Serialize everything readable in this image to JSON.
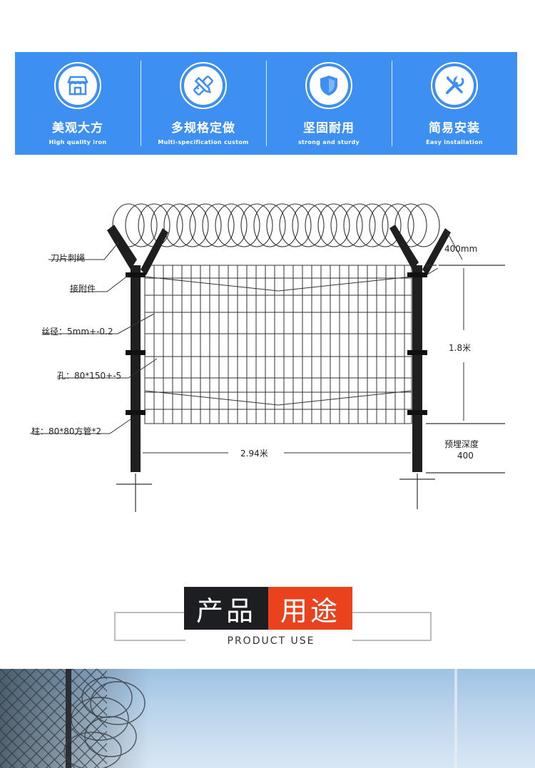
{
  "features": [
    {
      "icon": "shop-icon",
      "title": "美观大方",
      "subtitle": "High quality iron"
    },
    {
      "icon": "pencil-ruler-icon",
      "title": "多规格定做",
      "subtitle": "Multi-specification custom"
    },
    {
      "icon": "shield-icon",
      "title": "坚固耐用",
      "subtitle": "strong and sturdy"
    },
    {
      "icon": "wrench-screwdriver-icon",
      "title": "简易安装",
      "subtitle": "Easy installation"
    }
  ],
  "diagram": {
    "label_blade_wire": "刀片刺绳",
    "label_connector": "接附件",
    "label_wire_diameter": "丝径：5mm+-0.2",
    "label_mesh_hole": "孔：80*150+-5",
    "label_post": "柱：80*80方管*2",
    "dim_top": "400mm",
    "dim_height": "1.8米",
    "dim_width": "2.94米",
    "dim_embed_label": "预埋深度",
    "dim_embed_value": "400"
  },
  "product_use": {
    "title_left": "产品",
    "title_right": "用途",
    "subtitle": "PRODUCT USE"
  },
  "colors": {
    "banner": "#3d8ff2",
    "title_dark": "#1d1e22",
    "title_red": "#e9421d"
  }
}
